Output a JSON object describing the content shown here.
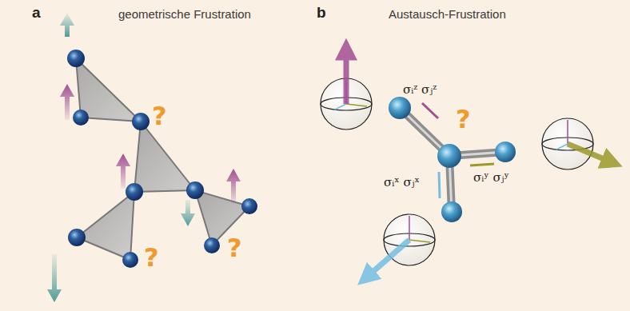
{
  "diagram": {
    "labels": [
      "a",
      "geometrische Frustration",
      "?",
      "?",
      "?",
      "b",
      "Austausch-Frustration",
      "σᵢᶻ σⱼᶻ",
      "?",
      "σᵢˣ σⱼˣ",
      "σᵢʸ σⱼʸ"
    ]
  }
}
